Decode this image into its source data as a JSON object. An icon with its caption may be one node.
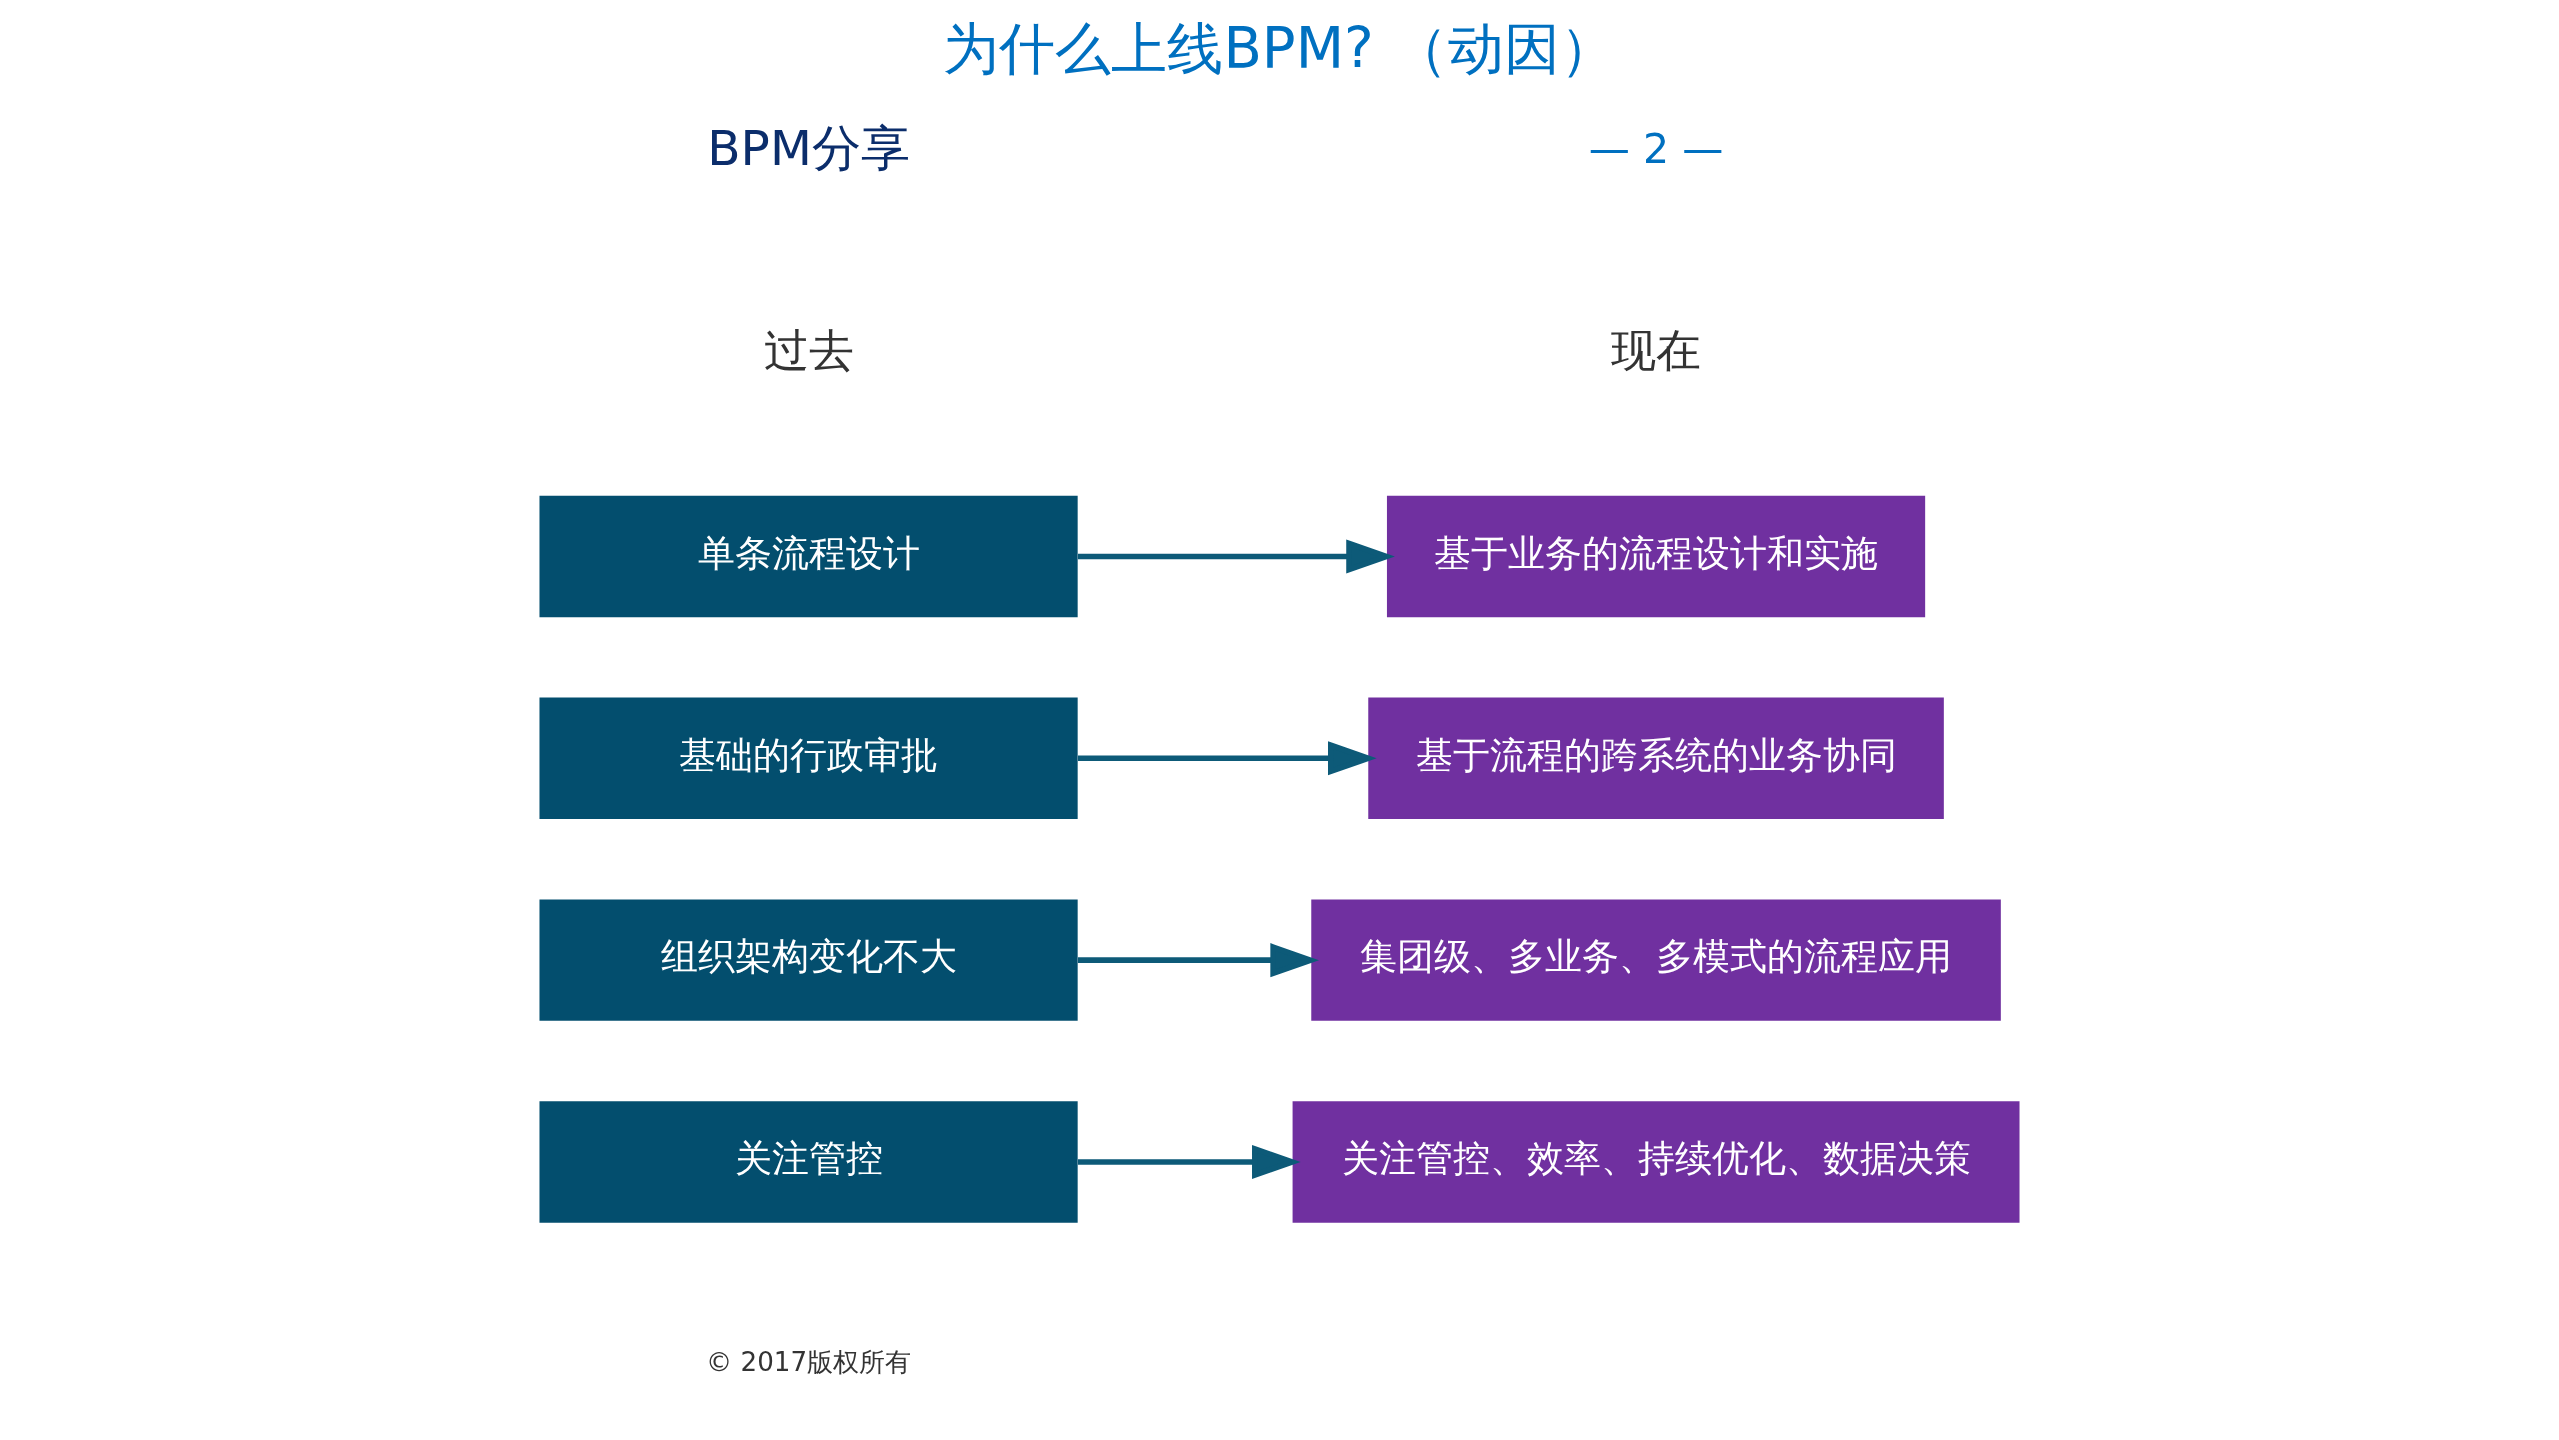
{
  "diagram": {
    "title": "为什么上线BPM? （动因）",
    "nodes": [
      {
        "text": [
          "单条流程设计"
        ]
      },
      {
        "text": [
          "基础的行政审批"
        ]
      },
      {
        "text": [
          "组织架构变化不大"
        ]
      },
      {
        "text": [
          "关注管控"
        ]
      },
      {
        "text": [
          "基于业务的流程设计和实施"
        ]
      },
      {
        "text": [
          "基于流程的跨系统的业务协同"
        ]
      },
      {
        "text": [
          "集团级、多业务、多模式的流程应用"
        ]
      },
      {
        "text": [
          "关注管控、效率、持续优化、数据决策"
        ]
      }
    ],
    "edges": [
      {
        "from": 0,
        "to": 4,
        "arrow": "to"
      },
      {
        "from": 1,
        "to": 5,
        "arrow": "to"
      },
      {
        "from": 2,
        "to": 6,
        "arrow": "to"
      },
      {
        "from": 3,
        "to": 7,
        "arrow": "to"
      }
    ],
    "labels": [
      "BPM分享",
      "— 2 —",
      "过去",
      "现在",
      "© 2017版权所有"
    ]
  }
}
